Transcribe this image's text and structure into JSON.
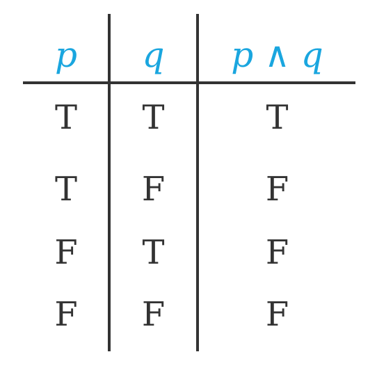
{
  "header": {
    "p": "p",
    "q": "q",
    "p_and_q": "p ∧ q"
  },
  "rows": [
    {
      "p": "T",
      "q": "T",
      "p_and_q": "T"
    },
    {
      "p": "T",
      "q": "F",
      "p_and_q": "F"
    },
    {
      "p": "F",
      "q": "T",
      "p_and_q": "F"
    },
    {
      "p": "F",
      "q": "F",
      "p_and_q": "F"
    }
  ],
  "colors": {
    "header": "#1aa6df",
    "text": "#333333",
    "lines": "#333333"
  }
}
